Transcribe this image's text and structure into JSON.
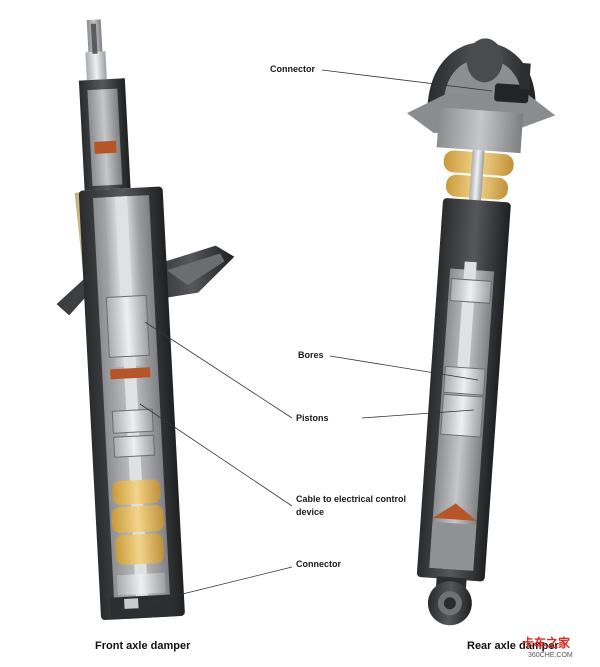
{
  "labels": {
    "connector_top": "Connector",
    "bores": "Bores",
    "pistons": "Pistons",
    "cable_line1": "Cable to electrical control",
    "cable_line2": "device",
    "connector_bottom": "Connector"
  },
  "captions": {
    "front": "Front axle damper",
    "rear": "Rear axle damper"
  },
  "watermark": {
    "brand": "卡车之家",
    "site": "360CHE.COM"
  },
  "colors": {
    "housing": "#3a3b3d",
    "cutaway_grey": "#9a9c9e",
    "bumper_yellow": "#e8c46a",
    "mount_beige": "#d8c99a",
    "rod_silver": "#cfd2d4",
    "leader": "#333333"
  }
}
